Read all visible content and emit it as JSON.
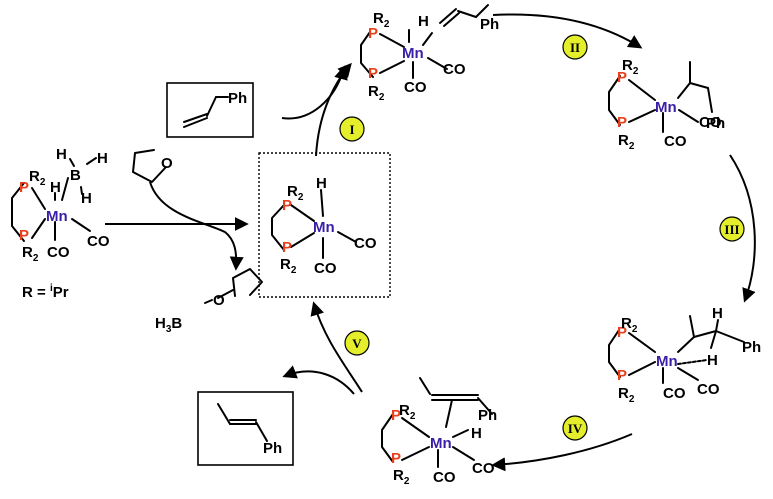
{
  "atoms": {
    "P": "P",
    "Mn": "Mn",
    "H": "H",
    "B": "B",
    "O": "O",
    "R": "R",
    "sub2": "2",
    "CO": "CO",
    "Ph": "Ph",
    "H3B": "H",
    "sub3": "3",
    "B_label": "B"
  },
  "legend": {
    "r_def_prefix": "R = ",
    "r_def_sup": "i",
    "r_def_suffix": "Pr"
  },
  "steps": {
    "I": "I",
    "II": "II",
    "III": "III",
    "IV": "IV",
    "V": "V"
  },
  "colors": {
    "phosphorus": "#e8401c",
    "manganese": "#3a1fa6",
    "step_marker": "#e5ee2a"
  }
}
